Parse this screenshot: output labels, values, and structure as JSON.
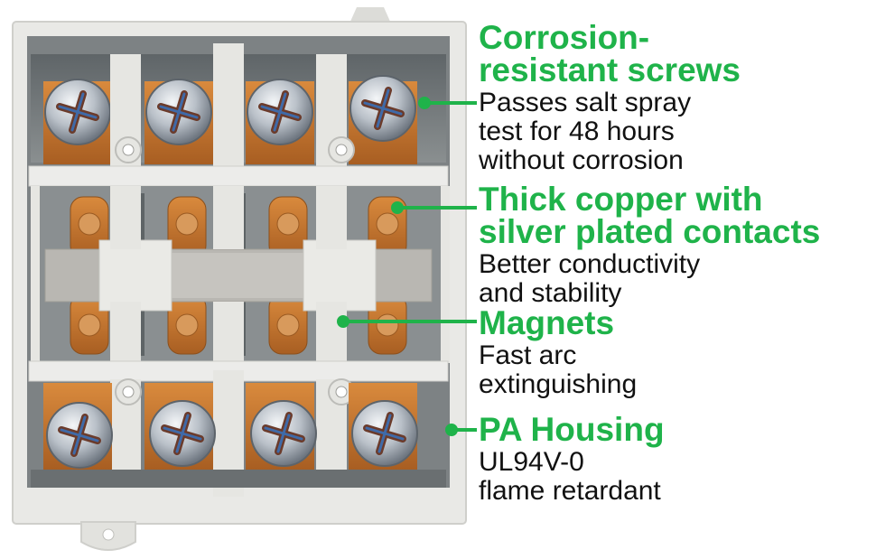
{
  "colors": {
    "accent_green": "#1fb34a",
    "text": "#111111",
    "housing": "#e9e9e6",
    "copper": "#c7772e",
    "silver": "#c9ced4"
  },
  "features": [
    {
      "title": "Corrosion-\nresistant screws",
      "description": "Passes salt spray\ntest for 48 hours\nwithout corrosion"
    },
    {
      "title": "Thick copper with\nsilver plated contacts",
      "description": "Better conductivity\nand stability"
    },
    {
      "title": "Magnets",
      "description": "Fast arc\nextinguishing"
    },
    {
      "title": "PA Housing",
      "description": "UL94V-0\nflame retardant"
    }
  ]
}
